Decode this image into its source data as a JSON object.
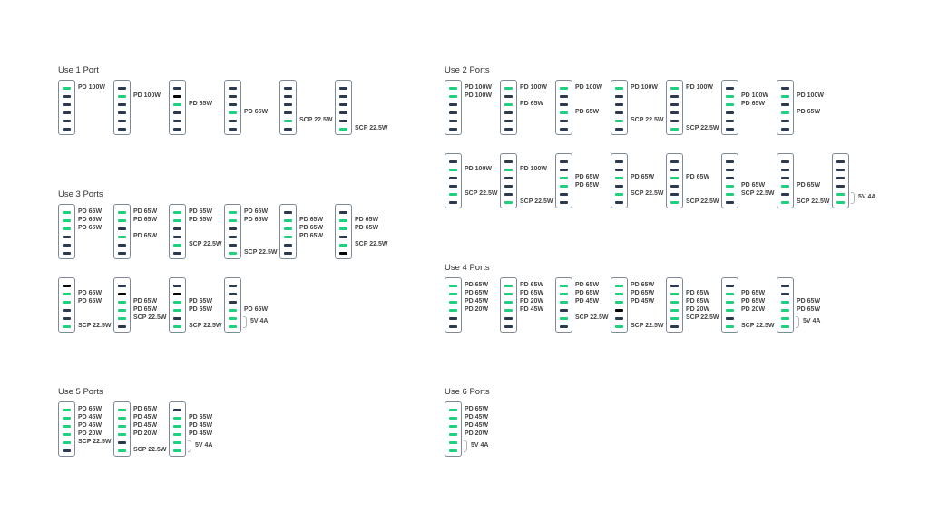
{
  "colors": {
    "green": "#1fd07e",
    "dark": "#2c3a4f",
    "black": "#050505",
    "border": "#7f8a99"
  },
  "sections": [
    {
      "id": "use-1-port",
      "title": "Use 1 Port",
      "rows": [
        [
          {
            "ports": "gddddd",
            "labels": [
              {
                "rows": [
                  1
                ],
                "text": "PD 100W"
              }
            ]
          },
          {
            "ports": "dgdddd",
            "labels": [
              {
                "rows": [
                  2
                ],
                "text": "PD 100W"
              }
            ]
          },
          {
            "ports": "dkgddd",
            "labels": [
              {
                "rows": [
                  3
                ],
                "text": "PD 65W"
              }
            ]
          },
          {
            "ports": "dddgdd",
            "labels": [
              {
                "rows": [
                  4
                ],
                "text": "PD 65W"
              }
            ]
          },
          {
            "ports": "ddddgd",
            "labels": [
              {
                "rows": [
                  5
                ],
                "text": "SCP 22.5W"
              }
            ]
          },
          {
            "ports": "dddddg",
            "labels": [
              {
                "rows": [
                  6
                ],
                "text": "SCP 22.5W"
              }
            ]
          }
        ]
      ]
    },
    {
      "id": "use-2-ports",
      "title": "Use 2 Ports",
      "rows": [
        [
          {
            "ports": "ggdddd",
            "labels": [
              {
                "rows": [
                  1
                ],
                "text": "PD 100W"
              },
              {
                "rows": [
                  2
                ],
                "text": "PD 100W"
              }
            ]
          },
          {
            "ports": "gdgddd",
            "labels": [
              {
                "rows": [
                  1
                ],
                "text": "PD 100W"
              },
              {
                "rows": [
                  3
                ],
                "text": "PD 65W"
              }
            ]
          },
          {
            "ports": "gddgdd",
            "labels": [
              {
                "rows": [
                  1
                ],
                "text": "PD 100W"
              },
              {
                "rows": [
                  4
                ],
                "text": "PD 65W"
              }
            ]
          },
          {
            "ports": "gdddgd",
            "labels": [
              {
                "rows": [
                  1
                ],
                "text": "PD 100W"
              },
              {
                "rows": [
                  5
                ],
                "text": "SCP 22.5W"
              }
            ]
          },
          {
            "ports": "gddddg",
            "labels": [
              {
                "rows": [
                  1
                ],
                "text": "PD 100W"
              },
              {
                "rows": [
                  6
                ],
                "text": "SCP 22.5W"
              }
            ]
          },
          {
            "ports": "dggddd",
            "labels": [
              {
                "rows": [
                  2
                ],
                "text": "PD 100W"
              },
              {
                "rows": [
                  3
                ],
                "text": "PD 65W"
              }
            ]
          },
          {
            "ports": "dgdgdd",
            "labels": [
              {
                "rows": [
                  2
                ],
                "text": "PD 100W"
              },
              {
                "rows": [
                  4
                ],
                "text": "PD 65W"
              }
            ]
          }
        ],
        [
          {
            "ports": "dgddgd",
            "labels": [
              {
                "rows": [
                  2
                ],
                "text": "PD 100W"
              },
              {
                "rows": [
                  5
                ],
                "text": "SCP 22.5W"
              }
            ]
          },
          {
            "ports": "dgdddg",
            "labels": [
              {
                "rows": [
                  2
                ],
                "text": "PD 100W"
              },
              {
                "rows": [
                  6
                ],
                "text": "SCP 22.5W"
              }
            ]
          },
          {
            "ports": "ddggdd",
            "labels": [
              {
                "rows": [
                  3
                ],
                "text": "PD 65W"
              },
              {
                "rows": [
                  4
                ],
                "text": "PD 65W"
              }
            ]
          },
          {
            "ports": "ddgdgd",
            "labels": [
              {
                "rows": [
                  3
                ],
                "text": "PD 65W"
              },
              {
                "rows": [
                  5
                ],
                "text": "SCP 22.5W"
              }
            ]
          },
          {
            "ports": "ddgddg",
            "labels": [
              {
                "rows": [
                  3
                ],
                "text": "PD 65W"
              },
              {
                "rows": [
                  6
                ],
                "text": "SCP 22.5W"
              }
            ]
          },
          {
            "ports": "dddggd",
            "labels": [
              {
                "rows": [
                  4
                ],
                "text": "PD 65W"
              },
              {
                "rows": [
                  5
                ],
                "text": "SCP 22.5W"
              }
            ]
          },
          {
            "ports": "dddgdg",
            "labels": [
              {
                "rows": [
                  4
                ],
                "text": "PD 65W"
              },
              {
                "rows": [
                  6
                ],
                "text": "SCP 22.5W"
              }
            ]
          },
          {
            "ports": "ddddgg",
            "labels": [
              {
                "rows": [
                  5,
                  6
                ],
                "text": "5V 4A"
              }
            ]
          }
        ]
      ]
    },
    {
      "id": "use-3-ports",
      "title": "Use 3 Ports",
      "rows": [
        [
          {
            "ports": "gggddd",
            "labels": [
              {
                "rows": [
                  1
                ],
                "text": "PD 65W"
              },
              {
                "rows": [
                  2
                ],
                "text": "PD 65W"
              },
              {
                "rows": [
                  3
                ],
                "text": "PD 65W"
              }
            ]
          },
          {
            "ports": "ggdgdd",
            "labels": [
              {
                "rows": [
                  1
                ],
                "text": "PD 65W"
              },
              {
                "rows": [
                  2
                ],
                "text": "PD 65W"
              },
              {
                "rows": [
                  4
                ],
                "text": "PD 65W"
              }
            ]
          },
          {
            "ports": "ggddgd",
            "labels": [
              {
                "rows": [
                  1
                ],
                "text": "PD 65W"
              },
              {
                "rows": [
                  2
                ],
                "text": "PD 65W"
              },
              {
                "rows": [
                  5
                ],
                "text": "SCP 22.5W"
              }
            ]
          },
          {
            "ports": "ggdddg",
            "labels": [
              {
                "rows": [
                  1
                ],
                "text": "PD 65W"
              },
              {
                "rows": [
                  2
                ],
                "text": "PD 65W"
              },
              {
                "rows": [
                  6
                ],
                "text": "SCP 22.5W"
              }
            ]
          },
          {
            "ports": "dgggdd",
            "labels": [
              {
                "rows": [
                  2
                ],
                "text": "PD 65W"
              },
              {
                "rows": [
                  3
                ],
                "text": "PD 65W"
              },
              {
                "rows": [
                  4
                ],
                "text": "PD 65W"
              }
            ]
          },
          {
            "ports": "dggdgk",
            "labels": [
              {
                "rows": [
                  2
                ],
                "text": "PD 65W"
              },
              {
                "rows": [
                  3
                ],
                "text": "PD 65W"
              },
              {
                "rows": [
                  5
                ],
                "text": "SCP 22.5W"
              }
            ]
          }
        ],
        [
          {
            "ports": "kggddg",
            "labels": [
              {
                "rows": [
                  2
                ],
                "text": "PD 65W"
              },
              {
                "rows": [
                  3
                ],
                "text": "PD 65W"
              },
              {
                "rows": [
                  6
                ],
                "text": "SCP 22.5W"
              }
            ]
          },
          {
            "ports": "dkgggd",
            "labels": [
              {
                "rows": [
                  3
                ],
                "text": "PD 65W"
              },
              {
                "rows": [
                  4
                ],
                "text": "PD 65W"
              },
              {
                "rows": [
                  5
                ],
                "text": "SCP 22.5W"
              }
            ]
          },
          {
            "ports": "dkggdg",
            "labels": [
              {
                "rows": [
                  3
                ],
                "text": "PD 65W"
              },
              {
                "rows": [
                  4
                ],
                "text": "PD 65W"
              },
              {
                "rows": [
                  6
                ],
                "text": "SCP 22.5W"
              }
            ]
          },
          {
            "ports": "dddggg",
            "labels": [
              {
                "rows": [
                  4
                ],
                "text": "PD 65W"
              },
              {
                "rows": [
                  5,
                  6
                ],
                "text": "5V 4A"
              }
            ]
          }
        ]
      ]
    },
    {
      "id": "use-4-ports",
      "title": "Use 4 Ports",
      "rows": [
        [
          {
            "ports": "ggggdd",
            "labels": [
              {
                "rows": [
                  1
                ],
                "text": "PD 65W"
              },
              {
                "rows": [
                  2
                ],
                "text": "PD 65W"
              },
              {
                "rows": [
                  3
                ],
                "text": "PD 45W"
              },
              {
                "rows": [
                  4
                ],
                "text": "PD 20W"
              }
            ]
          },
          {
            "ports": "ggggdd",
            "labels": [
              {
                "rows": [
                  1
                ],
                "text": "PD 65W"
              },
              {
                "rows": [
                  2
                ],
                "text": "PD 65W"
              },
              {
                "rows": [
                  3
                ],
                "text": "PD 20W"
              },
              {
                "rows": [
                  4
                ],
                "text": "PD 45W"
              }
            ]
          },
          {
            "ports": "gggdgd",
            "labels": [
              {
                "rows": [
                  1
                ],
                "text": "PD 65W"
              },
              {
                "rows": [
                  2
                ],
                "text": "PD 65W"
              },
              {
                "rows": [
                  3
                ],
                "text": "PD 45W"
              },
              {
                "rows": [
                  5
                ],
                "text": "SCP 22.5W"
              }
            ]
          },
          {
            "ports": "gggkdg",
            "labels": [
              {
                "rows": [
                  1
                ],
                "text": "PD 65W"
              },
              {
                "rows": [
                  2
                ],
                "text": "PD 65W"
              },
              {
                "rows": [
                  3
                ],
                "text": "PD 45W"
              },
              {
                "rows": [
                  6
                ],
                "text": "SCP 22.5W"
              }
            ]
          },
          {
            "ports": "dggggd",
            "labels": [
              {
                "rows": [
                  2
                ],
                "text": "PD 65W"
              },
              {
                "rows": [
                  3
                ],
                "text": "PD 65W"
              },
              {
                "rows": [
                  4
                ],
                "text": "PD 20W"
              },
              {
                "rows": [
                  5
                ],
                "text": "SCP 22.5W"
              }
            ]
          },
          {
            "ports": "dgggdg",
            "labels": [
              {
                "rows": [
                  2
                ],
                "text": "PD 65W"
              },
              {
                "rows": [
                  3
                ],
                "text": "PD 65W"
              },
              {
                "rows": [
                  4
                ],
                "text": "PD 20W"
              },
              {
                "rows": [
                  6
                ],
                "text": "SCP 22.5W"
              }
            ]
          },
          {
            "ports": "ddgggg",
            "labels": [
              {
                "rows": [
                  3
                ],
                "text": "PD 65W"
              },
              {
                "rows": [
                  4
                ],
                "text": "PD 65W"
              },
              {
                "rows": [
                  5,
                  6
                ],
                "text": "5V 4A"
              }
            ]
          }
        ]
      ]
    },
    {
      "id": "use-5-ports",
      "title": "Use 5 Ports",
      "rows": [
        [
          {
            "ports": "gggggd",
            "labels": [
              {
                "rows": [
                  1
                ],
                "text": "PD 65W"
              },
              {
                "rows": [
                  2
                ],
                "text": "PD 45W"
              },
              {
                "rows": [
                  3
                ],
                "text": "PD 45W"
              },
              {
                "rows": [
                  4
                ],
                "text": "PD 20W"
              },
              {
                "rows": [
                  5
                ],
                "text": "SCP 22.5W"
              }
            ]
          },
          {
            "ports": "ggggdg",
            "labels": [
              {
                "rows": [
                  1
                ],
                "text": "PD 65W"
              },
              {
                "rows": [
                  2
                ],
                "text": "PD 45W"
              },
              {
                "rows": [
                  3
                ],
                "text": "PD 45W"
              },
              {
                "rows": [
                  4
                ],
                "text": "PD 20W"
              },
              {
                "rows": [
                  6
                ],
                "text": "SCP 22.5W"
              }
            ]
          },
          {
            "ports": "dggggg",
            "labels": [
              {
                "rows": [
                  2
                ],
                "text": "PD 65W"
              },
              {
                "rows": [
                  3
                ],
                "text": "PD 45W"
              },
              {
                "rows": [
                  4
                ],
                "text": "PD 45W"
              },
              {
                "rows": [
                  5,
                  6
                ],
                "text": "5V 4A"
              }
            ]
          }
        ]
      ]
    },
    {
      "id": "use-6-ports",
      "title": "Use 6 Ports",
      "rows": [
        [
          {
            "ports": "gggggg",
            "labels": [
              {
                "rows": [
                  1
                ],
                "text": "PD 65W"
              },
              {
                "rows": [
                  2
                ],
                "text": "PD 45W"
              },
              {
                "rows": [
                  3
                ],
                "text": "PD 45W"
              },
              {
                "rows": [
                  4
                ],
                "text": "PD 20W"
              },
              {
                "rows": [
                  5,
                  6
                ],
                "text": "5V 4A"
              }
            ]
          }
        ]
      ]
    }
  ]
}
